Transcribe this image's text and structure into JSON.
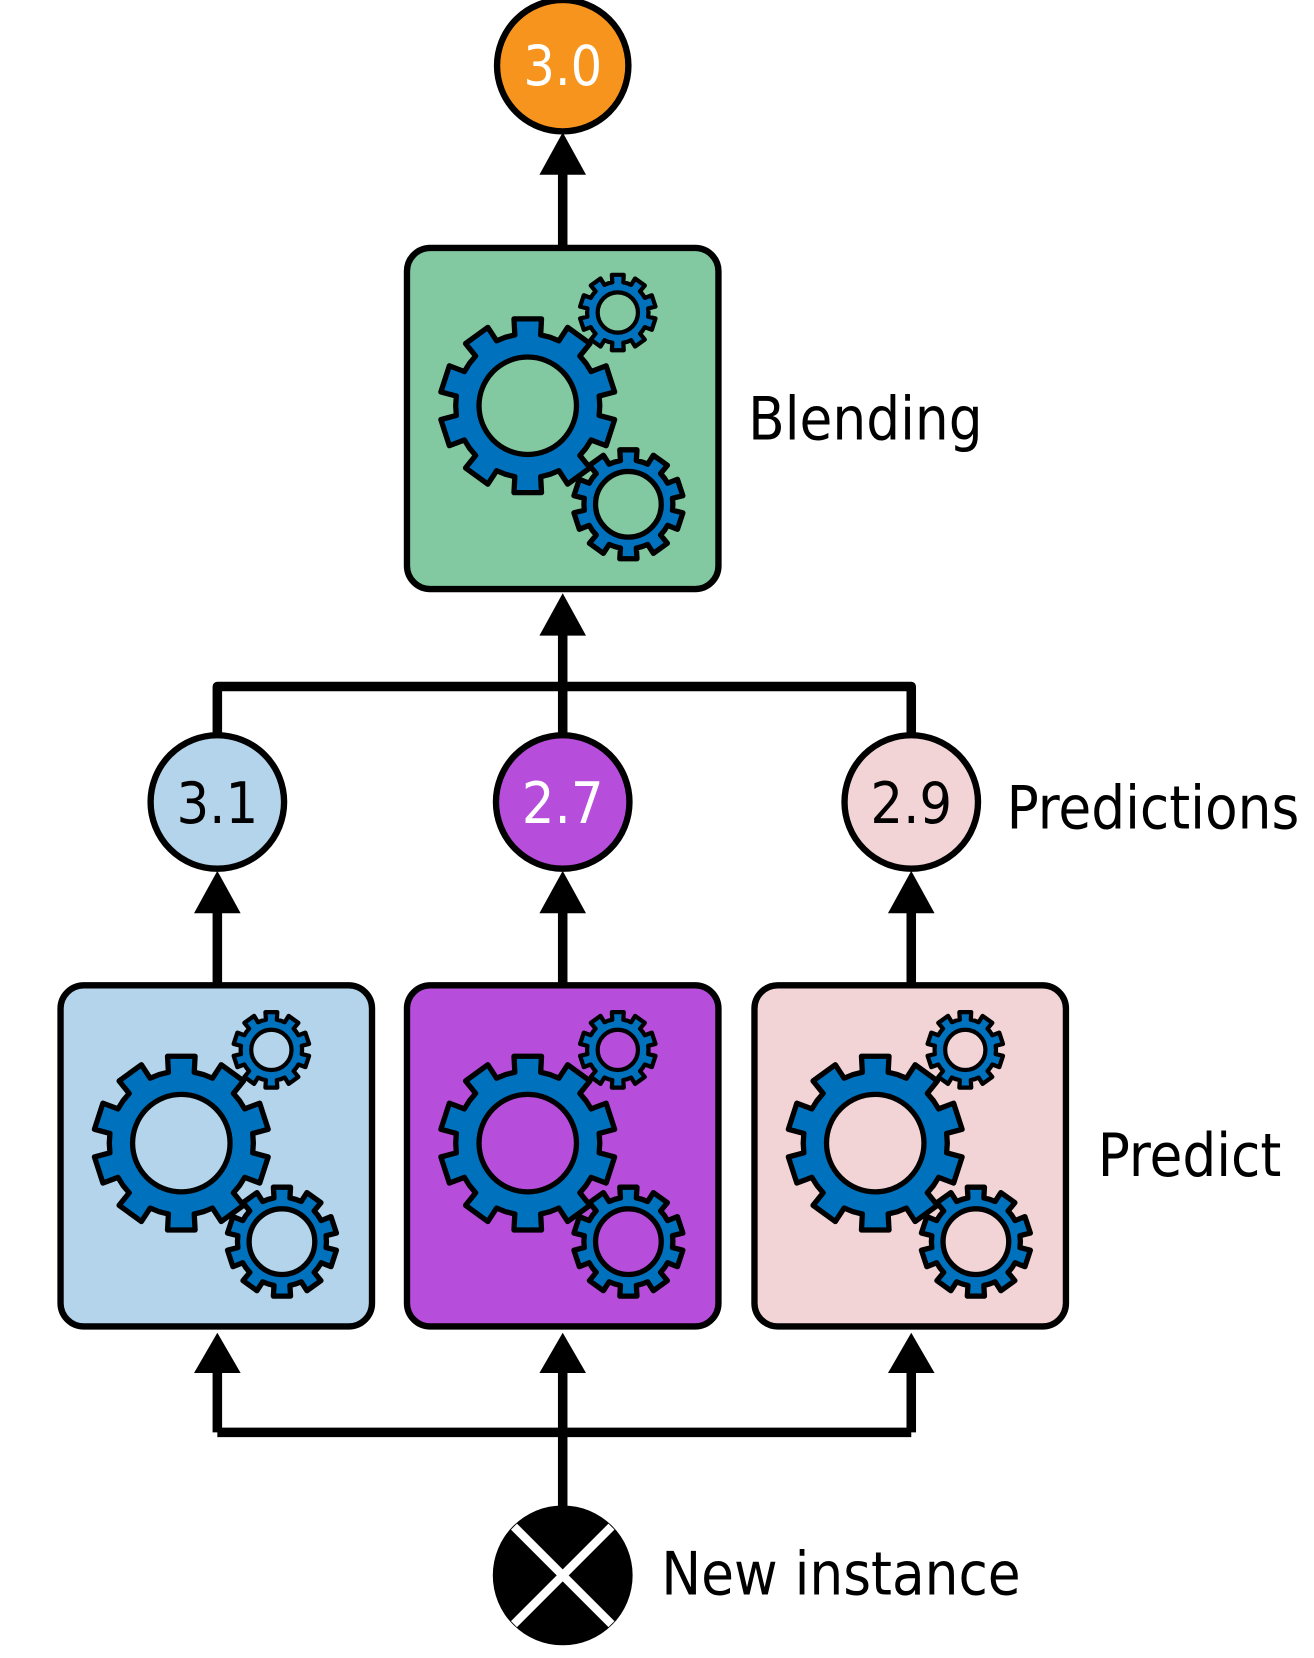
{
  "title": "Blending ensemble prediction",
  "labels": {
    "blending": "Blending",
    "predictions": "Predictions",
    "predict": "Predict",
    "new_instance": "New instance"
  },
  "final_output": {
    "value": "3.0",
    "color": "#f7941d",
    "text_color": "#ffffff"
  },
  "blender": {
    "color": "#82c8a0",
    "icon": "gears-icon"
  },
  "predictors": [
    {
      "name": "predictor-1",
      "box_color": "#b3d4ea",
      "prediction": "3.1",
      "text_color": "#000000"
    },
    {
      "name": "predictor-2",
      "box_color": "#b64ddb",
      "prediction": "2.7",
      "text_color": "#ffffff"
    },
    {
      "name": "predictor-3",
      "box_color": "#f2d4d6",
      "prediction": "2.9",
      "text_color": "#000000"
    }
  ],
  "gear_color": "#0071bc",
  "input_icon": "crossed-circle-icon"
}
